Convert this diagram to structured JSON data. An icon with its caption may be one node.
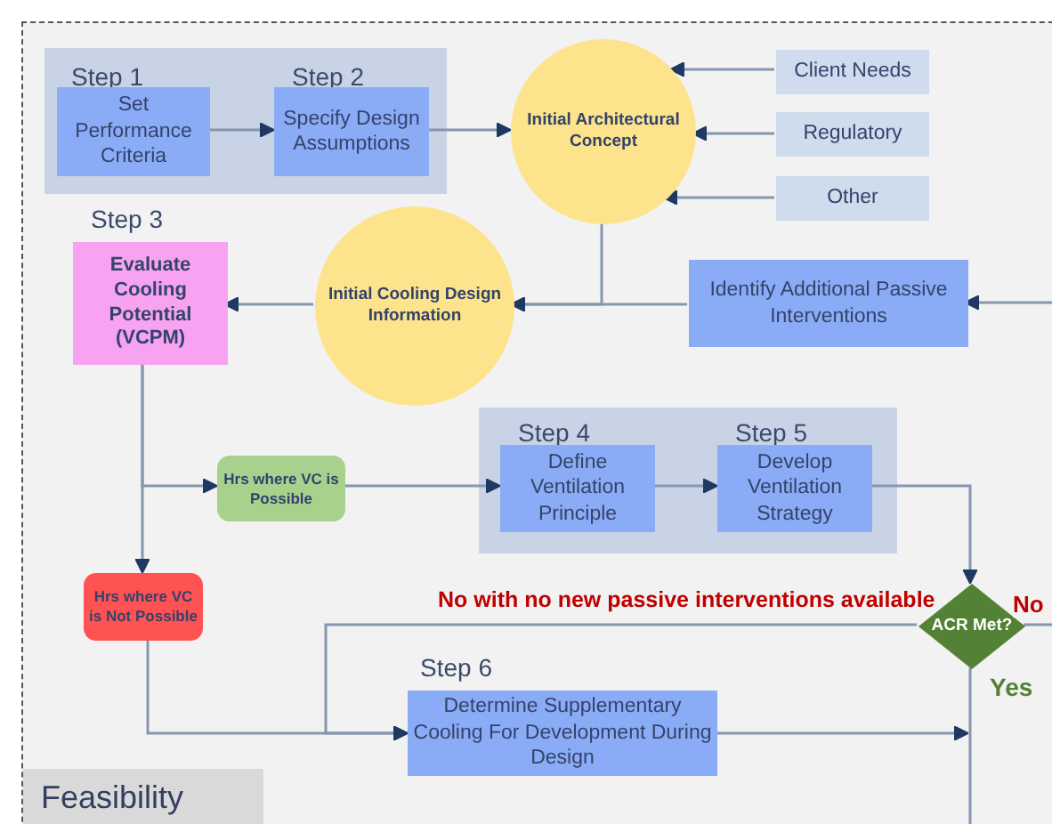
{
  "diagram": {
    "nodes": [
      {
        "text": [
          "Feasibility"
        ]
      },
      {
        "text": [
          "Step 1",
          "Step 2"
        ],
        "in": 0
      },
      {
        "text": [
          "Set Performance Criteria"
        ],
        "in": 1
      },
      {
        "text": [
          "Specify Design Assumptions"
        ],
        "in": 1
      },
      {
        "text": [
          "Initial Architectural Concept"
        ],
        "in": 0
      },
      {
        "text": [
          "Client Needs"
        ],
        "in": 0
      },
      {
        "text": [
          "Regulatory"
        ],
        "in": 0
      },
      {
        "text": [
          "Other"
        ],
        "in": 0
      },
      {
        "text": [
          "Step 3",
          "Evaluate Cooling Potential (VCPM)"
        ],
        "in": 0
      },
      {
        "text": [
          "Initial Cooling Design Information"
        ],
        "in": 0
      },
      {
        "text": [
          "Identify Additional Passive Interventions"
        ],
        "in": 0
      },
      {
        "text": [
          "Step 4",
          "Step 5"
        ],
        "in": 0
      },
      {
        "text": [
          "Define Ventilation Principle"
        ],
        "in": 11
      },
      {
        "text": [
          "Develop Ventilation Strategy"
        ],
        "in": 11
      },
      {
        "text": [
          "Hrs where VC is Possible"
        ],
        "in": 0
      },
      {
        "text": [
          "Hrs where VC is Not Possible"
        ],
        "in": 0
      },
      {
        "text": [
          "ACR Met?"
        ],
        "in": 0
      },
      {
        "text": [
          "Step 6",
          "Determine Supplementary Cooling For Development During Design"
        ],
        "in": 0
      }
    ],
    "edges": [
      {
        "from": 2,
        "to": 3,
        "arrow": "to"
      },
      {
        "from": 3,
        "to": 4,
        "arrow": "to"
      },
      {
        "from": 5,
        "to": 4,
        "arrow": "to"
      },
      {
        "from": 6,
        "to": 4,
        "arrow": "to"
      },
      {
        "from": 7,
        "to": 4,
        "arrow": "to"
      },
      {
        "from": 4,
        "to": 9,
        "arrow": "to"
      },
      {
        "from": 10,
        "to": 9,
        "arrow": "to"
      },
      {
        "from": 9,
        "to": 8,
        "arrow": "to"
      },
      {
        "from": 8,
        "to": 14,
        "arrow": "to"
      },
      {
        "from": 8,
        "to": 15,
        "arrow": "to"
      },
      {
        "from": 14,
        "to": 12,
        "arrow": "to"
      },
      {
        "from": 12,
        "to": 13,
        "arrow": "to"
      },
      {
        "from": 13,
        "to": 16,
        "arrow": "to"
      },
      {
        "from": 16,
        "to": 10,
        "arrow": "to",
        "label": "No"
      },
      {
        "from": 16,
        "to": 17,
        "arrow": "to",
        "label": "No with no new passive interventions available"
      },
      {
        "from": 15,
        "to": 17,
        "arrow": "to"
      },
      {
        "from": 16,
        "to": null,
        "arrow": "none",
        "label": "Yes"
      },
      {
        "from": 17,
        "to": null,
        "arrow": "to"
      }
    ]
  }
}
